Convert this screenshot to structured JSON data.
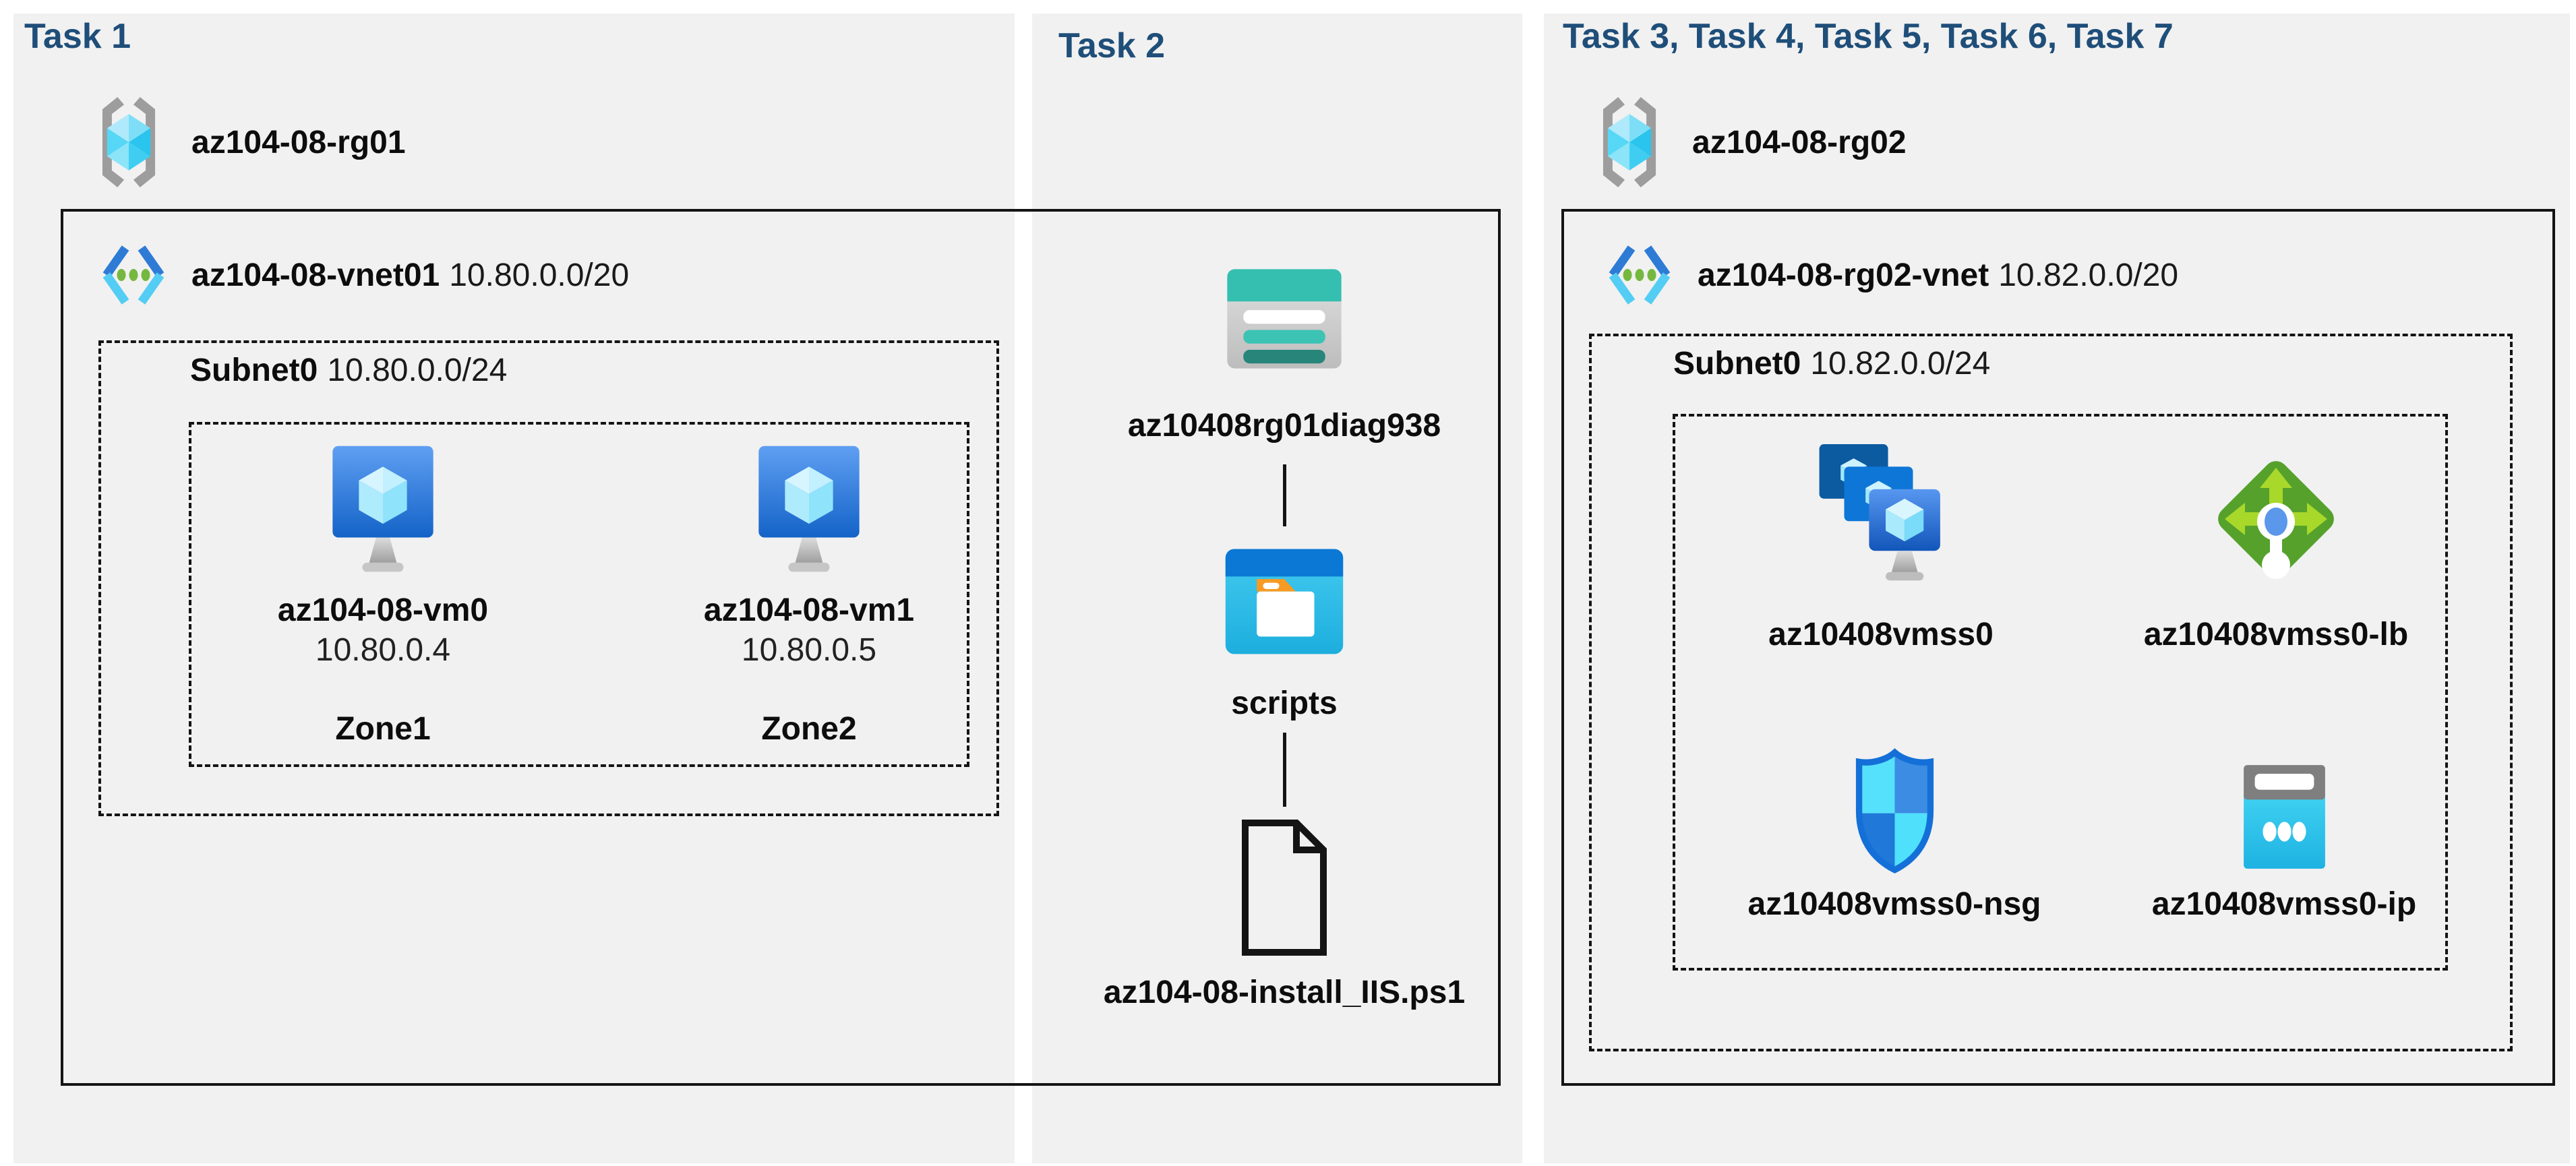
{
  "colors": {
    "page_bg": "#ffffff",
    "panel_bg": "#f1f1f1",
    "title_navy": "#1f4e79",
    "border_black": "#141414",
    "storage_teal": "#35bfb0",
    "azure_blue": "#0a78d4",
    "lb_green": "#57a12d"
  },
  "icons": {
    "resource_group": "resource-group-icon",
    "virtual_network": "virtual-network-icon",
    "virtual_machine": "virtual-machine-icon",
    "storage_account": "storage-account-icon",
    "blob_container": "folder-container-icon",
    "script_file": "file-document-icon",
    "vm_scale_set": "vm-scale-set-icon",
    "load_balancer": "load-balancer-icon",
    "network_security_group": "nsg-shield-icon",
    "public_ip": "public-ip-icon"
  },
  "task1": {
    "title": "Task 1",
    "rg": "az104-08-rg01",
    "vnet_name": "az104-08-vnet01",
    "vnet_cidr": "10.80.0.0/20",
    "subnet_name": "Subnet0",
    "subnet_cidr": "10.80.0.0/24",
    "vm0": {
      "name": "az104-08-vm0",
      "ip": "10.80.0.4",
      "zone": "Zone1"
    },
    "vm1": {
      "name": "az104-08-vm1",
      "ip": "10.80.0.5",
      "zone": "Zone2"
    }
  },
  "task2": {
    "title": "Task 2",
    "storage_name": "az10408rg01diag938",
    "container_name": "scripts",
    "script_file": "az104-08-install_IIS.ps1"
  },
  "task3": {
    "title": "Task 3, Task 4, Task 5, Task 6, Task 7",
    "rg": "az104-08-rg02",
    "vnet_name": "az104-08-rg02-vnet",
    "vnet_cidr": "10.82.0.0/20",
    "subnet_name": "Subnet0",
    "subnet_cidr": "10.82.0.0/24",
    "vmss": "az10408vmss0",
    "lb": "az10408vmss0-lb",
    "nsg": "az10408vmss0-nsg",
    "pip": "az10408vmss0-ip"
  }
}
